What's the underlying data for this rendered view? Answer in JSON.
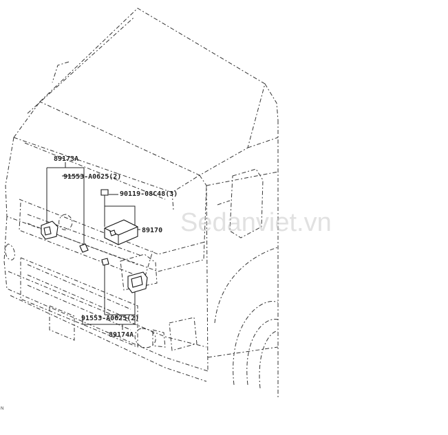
{
  "labels": {
    "sensor_left": "89173A",
    "screw_upper": "91553-A0625(2)",
    "bolt": "90119-08C48(3)",
    "control_unit": "89170",
    "screw_lower": "91553-A0625(2)",
    "sensor_right": "89174A"
  },
  "watermark": "Sedanviet.vn",
  "corner_mark": "N"
}
